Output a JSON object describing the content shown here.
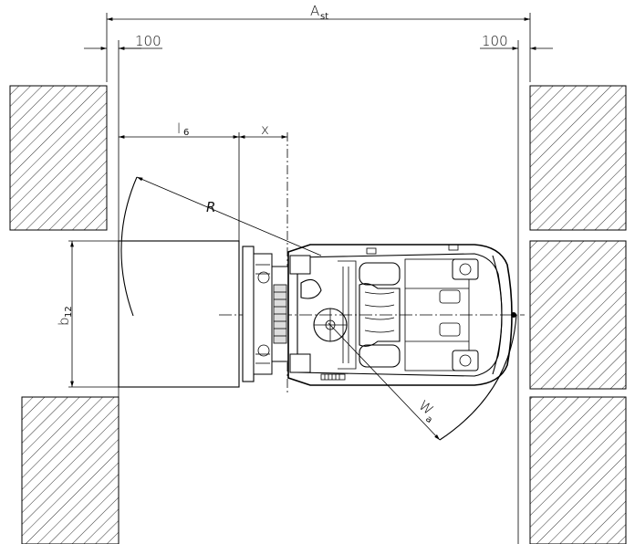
{
  "labels": {
    "aisle_width": "A",
    "aisle_width_sub": "st",
    "clearance_left": "100",
    "clearance_right": "100",
    "load_length": "l",
    "load_length_sub": "6",
    "load_distance": "x",
    "turning_radius": "R",
    "turning_width": "W",
    "turning_width_sub": "a",
    "load_width": "b",
    "load_width_sub": "12"
  }
}
